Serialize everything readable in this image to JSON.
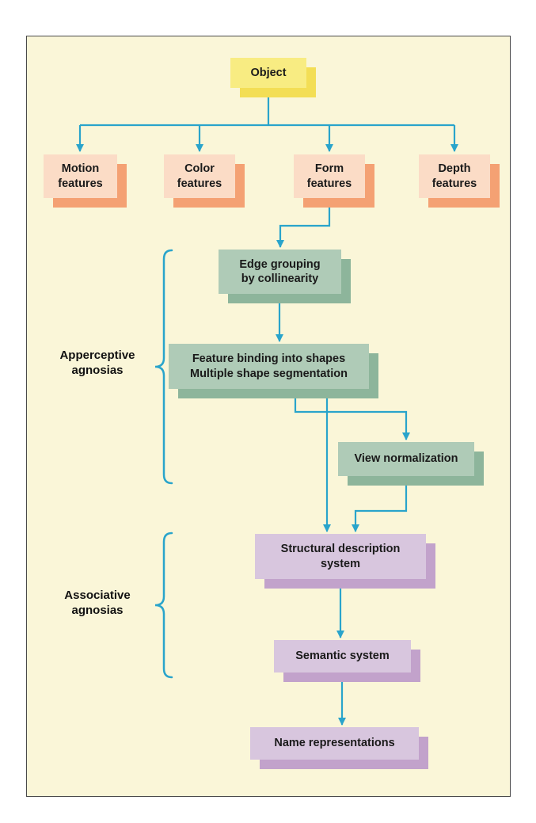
{
  "diagram": {
    "nodes": {
      "object": "Object",
      "motion": "Motion\nfeatures",
      "color": "Color\nfeatures",
      "form": "Form\nfeatures",
      "depth": "Depth\nfeatures",
      "edge_grouping": "Edge grouping\nby collinearity",
      "feature_binding": "Feature binding into shapes\nMultiple shape segmentation",
      "view_normalization": "View normalization",
      "structural_description": "Structural description\nsystem",
      "semantic_system": "Semantic system",
      "name_representations": "Name representations"
    },
    "labels": {
      "apperceptive": "Apperceptive\nagnosias",
      "associative": "Associative\nagnosias"
    },
    "edges": [
      {
        "from": "object",
        "to": "motion"
      },
      {
        "from": "object",
        "to": "color"
      },
      {
        "from": "object",
        "to": "form"
      },
      {
        "from": "object",
        "to": "depth"
      },
      {
        "from": "form",
        "to": "edge_grouping"
      },
      {
        "from": "edge_grouping",
        "to": "feature_binding"
      },
      {
        "from": "feature_binding",
        "to": "view_normalization"
      },
      {
        "from": "feature_binding",
        "to": "structural_description"
      },
      {
        "from": "view_normalization",
        "to": "structural_description"
      },
      {
        "from": "structural_description",
        "to": "semantic_system"
      },
      {
        "from": "semantic_system",
        "to": "name_representations"
      }
    ],
    "colors": {
      "background": "#FAF6D8",
      "arrow": "#29A4CB",
      "object_fill": "#F8EC82",
      "object_shadow": "#F3DE55",
      "feature_fill": "#FBDCC6",
      "feature_shadow": "#F4A173",
      "process_fill": "#AFCBB7",
      "process_shadow": "#8DB59B",
      "system_fill": "#D8C6DE",
      "system_shadow": "#C2A2CB"
    }
  }
}
